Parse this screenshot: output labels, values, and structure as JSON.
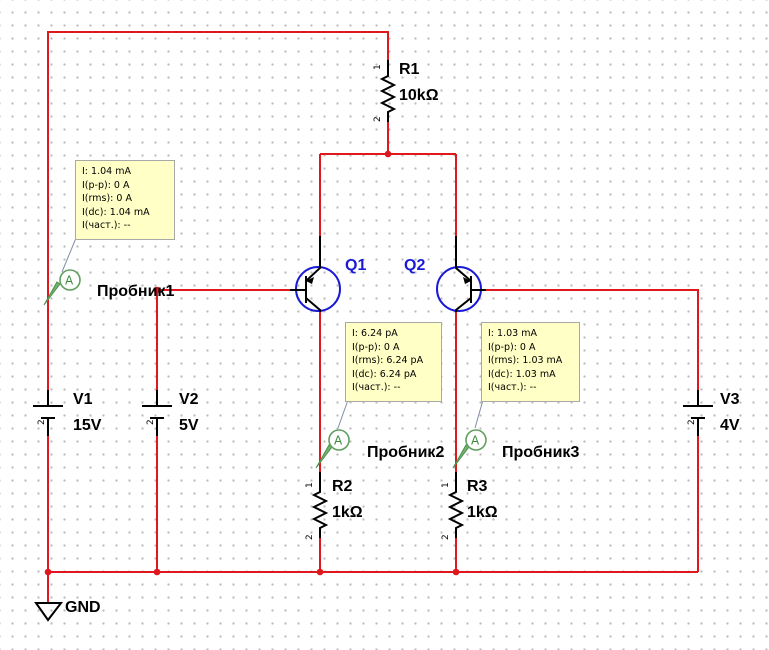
{
  "components": {
    "r1": {
      "ref": "R1",
      "value": "10kΩ",
      "pin1": "1",
      "pin2": "2"
    },
    "r2": {
      "ref": "R2",
      "value": "1kΩ",
      "pin1": "1",
      "pin2": "2"
    },
    "r3": {
      "ref": "R3",
      "value": "1kΩ",
      "pin1": "1",
      "pin2": "2"
    },
    "v1": {
      "ref": "V1",
      "value": "15V",
      "pin": "2"
    },
    "v2": {
      "ref": "V2",
      "value": "5V",
      "pin": "2"
    },
    "v3": {
      "ref": "V3",
      "value": "4V",
      "pin": "2"
    },
    "q1": {
      "ref": "Q1"
    },
    "q2": {
      "ref": "Q2"
    },
    "gnd": {
      "label": "GND"
    }
  },
  "probes": [
    {
      "label": "Пробник1",
      "symbol": "A",
      "readings": [
        "I: 1.04 mA",
        "I(p-p): 0 A",
        "I(rms): 0 A",
        "I(dc): 1.04 mA",
        "I(част.): --"
      ]
    },
    {
      "label": "Пробник2",
      "symbol": "A",
      "readings": [
        "I: 6.24 pA",
        "I(p-p): 0 A",
        "I(rms): 6.24 pA",
        "I(dc): 6.24 pA",
        "I(част.): --"
      ]
    },
    {
      "label": "Пробник3",
      "symbol": "A",
      "readings": [
        "I: 1.03 mA",
        "I(p-p): 0 A",
        "I(rms): 1.03 mA",
        "I(dc): 1.03 mA",
        "I(част.): --"
      ]
    }
  ],
  "colors": {
    "wire": "#e0181e",
    "transistor": "#1a1ad6",
    "probe_box": "#ffffc6",
    "probe_icon": "#5ea05e"
  }
}
